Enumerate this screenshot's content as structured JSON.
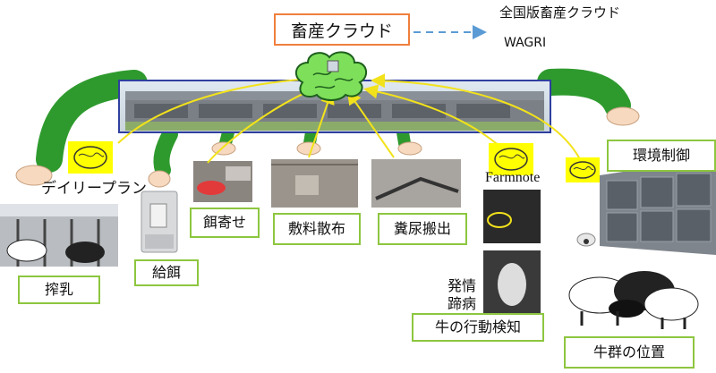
{
  "cloud_label": "畜産クラウド",
  "national_cloud_label": "全国版畜産クラウド",
  "wagri_label": "WAGRI",
  "labels": {
    "daily_plan": "デイリープラン",
    "farmnote": "Farmnote",
    "milking": "搾乳",
    "feeding": "給餌",
    "feed_push": "餌寄せ",
    "bedding": "敷料散布",
    "manure": "糞尿搬出",
    "environment": "環境制御",
    "estrus": "発情",
    "hoof": "蹄病",
    "behavior": "牛の行動検知",
    "herd_position": "牛群の位置"
  },
  "colors": {
    "box_border_green": "#8dc63f",
    "box_border_orange": "#f07f3c",
    "arm_green": "#2e9a2e",
    "brain_yellow": "#ffff00",
    "brain_cloud_green": "#7ee05a",
    "arrow_yellow": "#f2e21b",
    "dashed_arrow_blue": "#5b9bd5",
    "barn_frame_blue": "#2f3fa0"
  },
  "icons": [
    "brain-icon",
    "cloud-brain-icon",
    "hand-icon",
    "camera-icon"
  ]
}
